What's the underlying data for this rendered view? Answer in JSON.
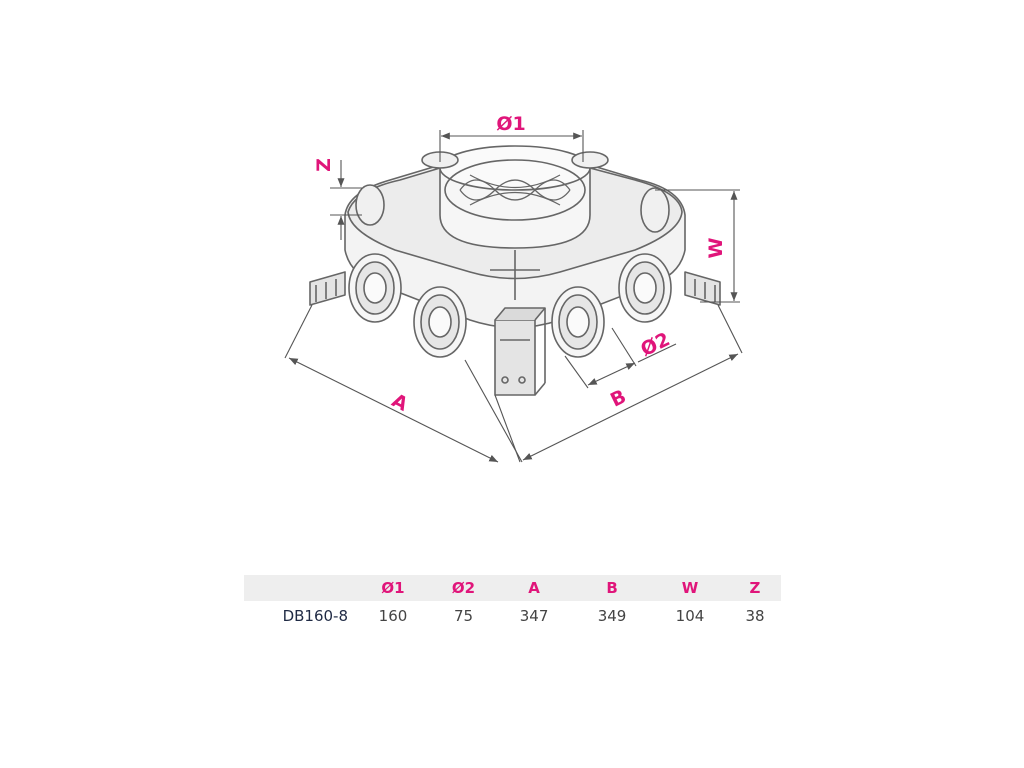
{
  "colors": {
    "accent": "#e0157a",
    "line": "#666666",
    "header_bg": "#eeeeee",
    "model_text": "#1f2a44"
  },
  "dimensions": {
    "d1": "Ø1",
    "d2": "Ø2",
    "a": "A",
    "b": "B",
    "w": "W",
    "z": "Z"
  },
  "table": {
    "columns": [
      "",
      "Ø1",
      "Ø2",
      "A",
      "B",
      "W",
      "Z"
    ],
    "rows": [
      {
        "model": "DB160-8",
        "values": [
          "160",
          "75",
          "347",
          "349",
          "104",
          "38"
        ]
      }
    ]
  }
}
